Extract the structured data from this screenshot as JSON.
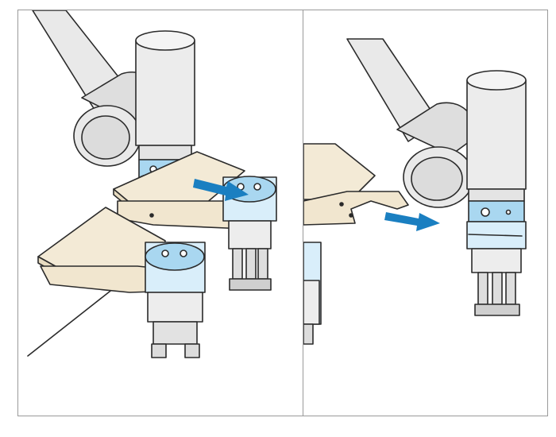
{
  "figure": {
    "panels": [
      {
        "id": "left",
        "step": "tool-changer-engaged-with-parallel-gripper-and-plate",
        "arrow_direction": "right"
      },
      {
        "id": "right",
        "step": "robot-arm-moving-away-after-releasing-gripper",
        "arrow_direction": "right"
      }
    ],
    "colors": {
      "arm": "#e9e9e9",
      "arm_shadow": "#cfcfcf",
      "outline": "#2b2b2b",
      "coupling_blue": "#a9d7f0",
      "coupling_light": "#d9eefa",
      "plate": "#f3ead6",
      "finger": "#f1e6cf",
      "arrow": "#1a7fc1",
      "border": "#9a9a9a"
    },
    "icons": {
      "arrow": "arrow-right-icon",
      "robot_arm": "robot-arm-icon",
      "gripper": "parallel-gripper-icon",
      "suction": "suction-cup-icon"
    }
  }
}
